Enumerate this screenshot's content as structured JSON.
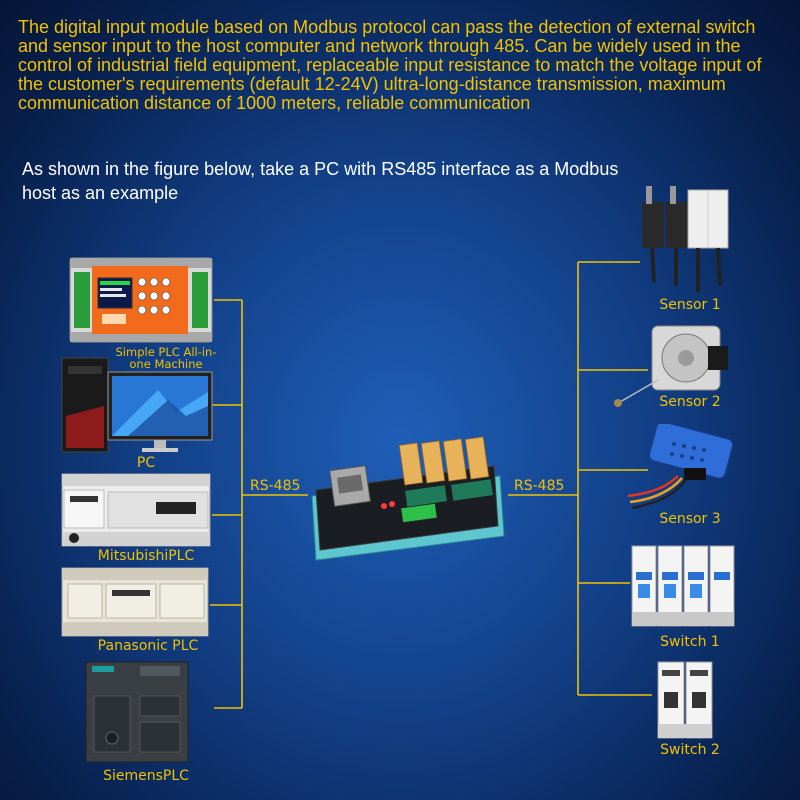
{
  "intro_text": "The digital input module based on Modbus protocol can pass the detection of external switch and sensor input to the host computer and network through 485. Can be widely used in the control of industrial field equipment, replaceable input resistance to match the voltage input of the customer's requirements (default 12-24V) ultra-long-distance transmission, maximum communication distance of 1000 meters, reliable communication",
  "example_text": "As shown in the figure below, take a PC with RS485 interface as a Modbus host as an example",
  "bus_label_left": "RS-485",
  "bus_label_right": "RS-485",
  "hosts": [
    {
      "label": "Simple PLC All-in-one Machine",
      "icon": "plc-all-in-one-icon"
    },
    {
      "label": "PC",
      "icon": "pc-icon"
    },
    {
      "label": "MitsubishiPLC",
      "icon": "mitsubishi-plc-icon"
    },
    {
      "label": "Panasonic PLC",
      "icon": "panasonic-plc-icon"
    },
    {
      "label": "SiemensPLC",
      "icon": "siemens-plc-icon"
    }
  ],
  "devices": [
    {
      "label": "Sensor 1",
      "icon": "linear-sensor-icon"
    },
    {
      "label": "Sensor 2",
      "icon": "draw-wire-sensor-icon"
    },
    {
      "label": "Sensor 3",
      "icon": "humidity-sensor-icon"
    },
    {
      "label": "Switch 1",
      "icon": "circuit-breaker-icon"
    },
    {
      "label": "Switch 2",
      "icon": "small-breaker-icon"
    }
  ],
  "colors": {
    "text_accent": "#f2c200",
    "wire": "#f2c200",
    "background": "#123f86"
  }
}
